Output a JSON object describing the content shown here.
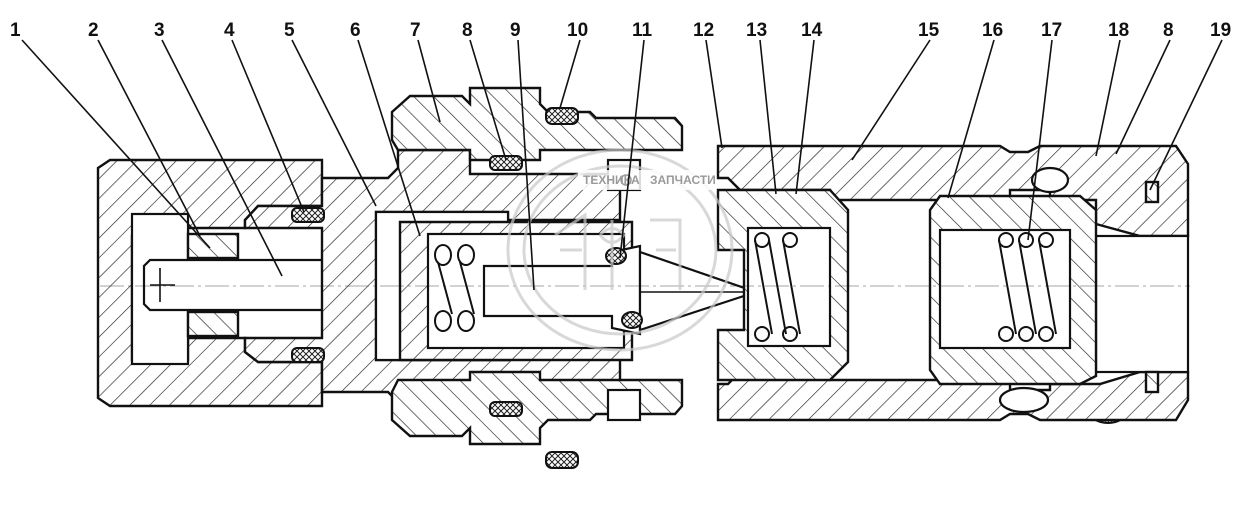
{
  "callouts": [
    "1",
    "2",
    "3",
    "4",
    "5",
    "6",
    "7",
    "8",
    "9",
    "10",
    "11",
    "12",
    "13",
    "14",
    "15",
    "16",
    "17",
    "18",
    "8",
    "19"
  ],
  "watermark": {
    "text_left": "ТЕХНИКА",
    "text_right": "ЗАПЧАСТИ"
  },
  "colors": {
    "ink": "#111111",
    "background": "#ffffff",
    "watermark": "#c8c8c8"
  }
}
